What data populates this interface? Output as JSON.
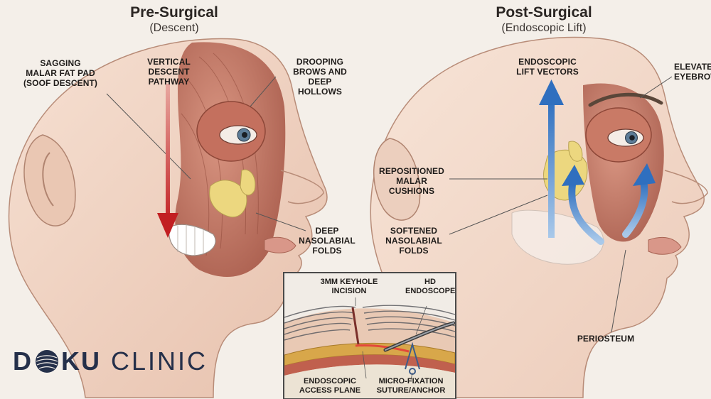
{
  "left_panel": {
    "title": "Pre-Surgical",
    "subtitle": "(Descent)",
    "labels": {
      "sagging_fat_pad": "SAGGING\nMALAR FAT PAD\n(SOOF DESCENT)",
      "vertical_descent": "VERTICAL\nDESCENT\nPATHWAY",
      "drooping_brows": "DROOPING\nBROWS AND\nDEEP\nHOLLOWS",
      "deep_nasolabial": "DEEP\nNASOLABIAL\nFOLDS"
    }
  },
  "right_panel": {
    "title": "Post-Surgical",
    "subtitle": "(Endoscopic Lift)",
    "labels": {
      "lift_vectors": "ENDOSCOPIC\nLIFT VECTORS",
      "elevated_eyebrows": "ELEVATED\nEYEBROWS",
      "repositioned_cushions": "REPOSITIONED\nMALAR\nCUSHIONS",
      "softened_nasolabial": "SOFTENED\nNASOLABIAL\nFOLDS",
      "periosteum": "PERIOSTEUM"
    }
  },
  "inset": {
    "keyhole": "3mm KEYHOLE\nINCISION",
    "endoscope": "HD\nENDOSCOPE",
    "access_plane": "ENDOSCOPIC\nACCESS PLANE",
    "micro_fixation": "MICRO-FIXATION\nSUTURE/ANCHOR"
  },
  "logo": {
    "part1": "D",
    "part2": "KU",
    "part3": "CLINIC"
  },
  "colors": {
    "skin": "#f2d7c6",
    "muscle": "#b8695a",
    "fat": "#ecd77f",
    "descent_arrow": "#c8292a",
    "lift_arrow": "#3f7fc8",
    "logo": "#25304a"
  }
}
